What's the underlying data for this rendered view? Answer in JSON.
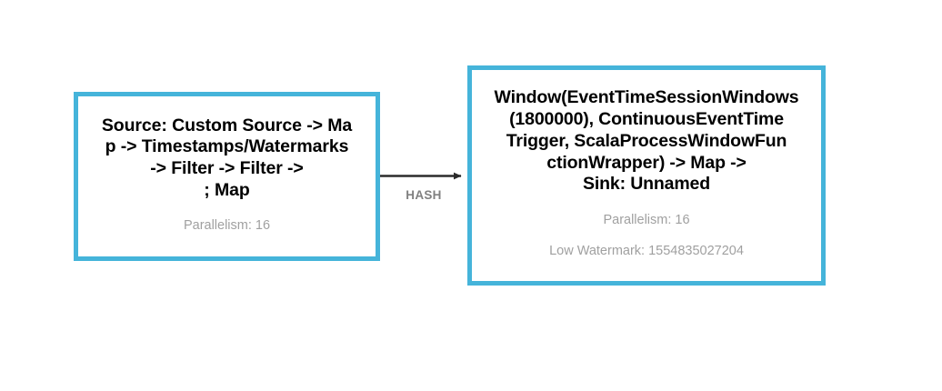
{
  "diagram": {
    "type": "execution-graph",
    "background_color": "#ffffff",
    "node_border_color": "#45b4da",
    "meta_text_color": "#a0a0a0",
    "edge_color": "#2b2b2b",
    "edge_label_color": "#808080",
    "nodes": [
      {
        "id": "source",
        "title": "Source: Custom Source -> Ma\np -> Timestamps/Watermarks\n-> Filter -> Filter ->\n; Map",
        "parallelism": "Parallelism: 16"
      },
      {
        "id": "window",
        "title": "Window(EventTimeSessionWindows\n(1800000), ContinuousEventTime\nTrigger, ScalaProcessWindowFun\nctionWrapper) -> Map ->\nSink: Unnamed",
        "parallelism": "Parallelism: 16",
        "low_watermark": "Low Watermark: 1554835027204"
      }
    ],
    "edges": [
      {
        "id": "source-to-window",
        "label": "HASH",
        "from": "source",
        "to": "window"
      }
    ]
  }
}
